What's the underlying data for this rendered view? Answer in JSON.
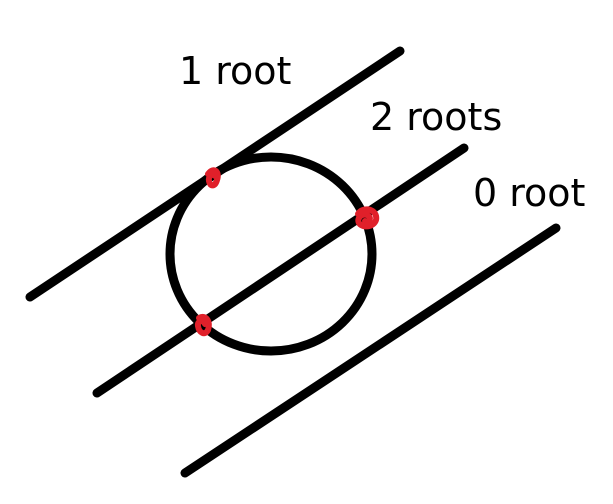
{
  "labels": {
    "tangent": "1 root",
    "secant": "2 roots",
    "miss": "0 root"
  },
  "colors": {
    "ink": "#000000",
    "intersection": "#e0202a",
    "background": "#ffffff"
  }
}
